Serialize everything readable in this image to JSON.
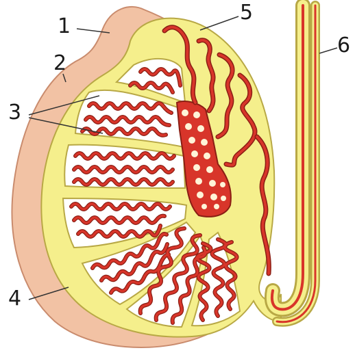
{
  "diagram": {
    "labels": [
      {
        "id": "1",
        "text": "1"
      },
      {
        "id": "2",
        "text": "2"
      },
      {
        "id": "3",
        "text": "3"
      },
      {
        "id": "4",
        "text": "4"
      },
      {
        "id": "5",
        "text": "5"
      },
      {
        "id": "6",
        "text": "6"
      }
    ],
    "colors": {
      "outer_capsule": "#f2c2a4",
      "inner_tissue": "#f5ef8c",
      "lobule_fill": "#ffffff",
      "tubule": "#d8352a",
      "tubule_outline": "#8a1e14",
      "leader_line": "#333333",
      "label_text": "#1a1a1a"
    }
  }
}
